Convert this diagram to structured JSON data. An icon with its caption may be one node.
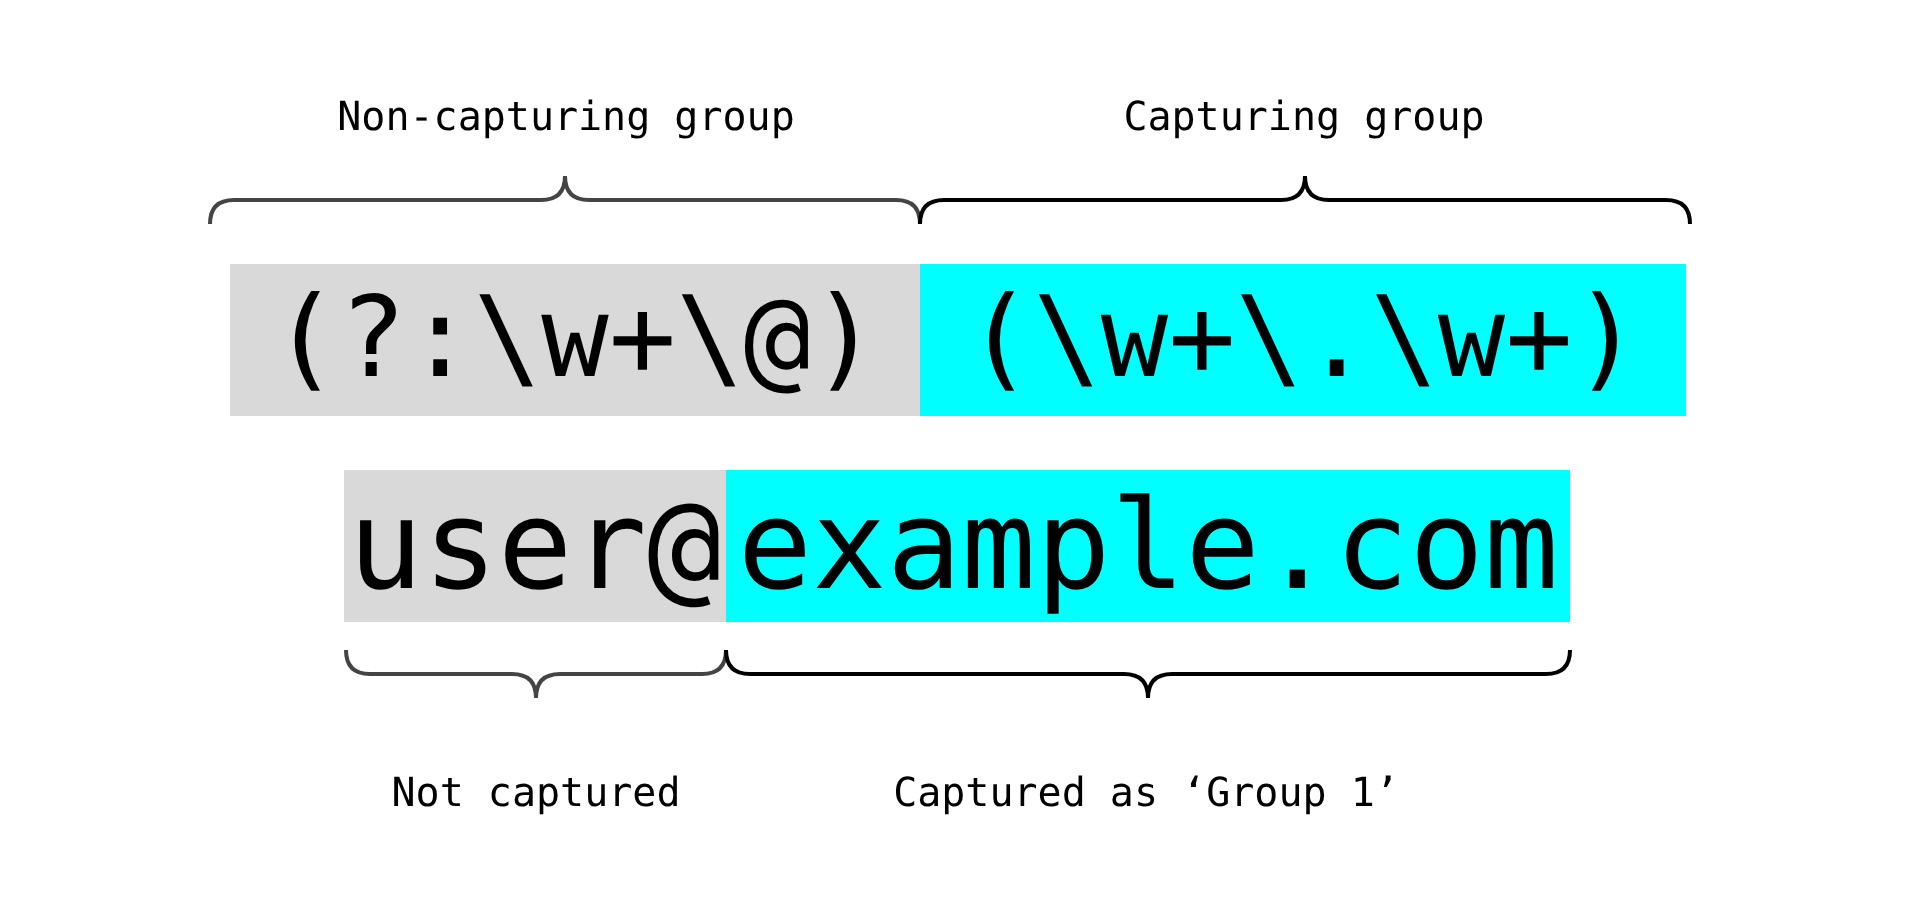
{
  "diagram": {
    "nodes": [
      {
        "text": [
          "(?:\\w+\\@)"
        ],
        "beside": [
          "Non-capturing group"
        ]
      },
      {
        "text": [
          "(\\w+\\.\\w+)"
        ],
        "beside": [
          "Capturing group"
        ]
      },
      {
        "text": [
          "user@"
        ],
        "beside": [
          "Not captured"
        ]
      },
      {
        "text": [
          "example.com"
        ],
        "beside": [
          "Captured as ‘Group 1’"
        ]
      }
    ],
    "edges": []
  }
}
